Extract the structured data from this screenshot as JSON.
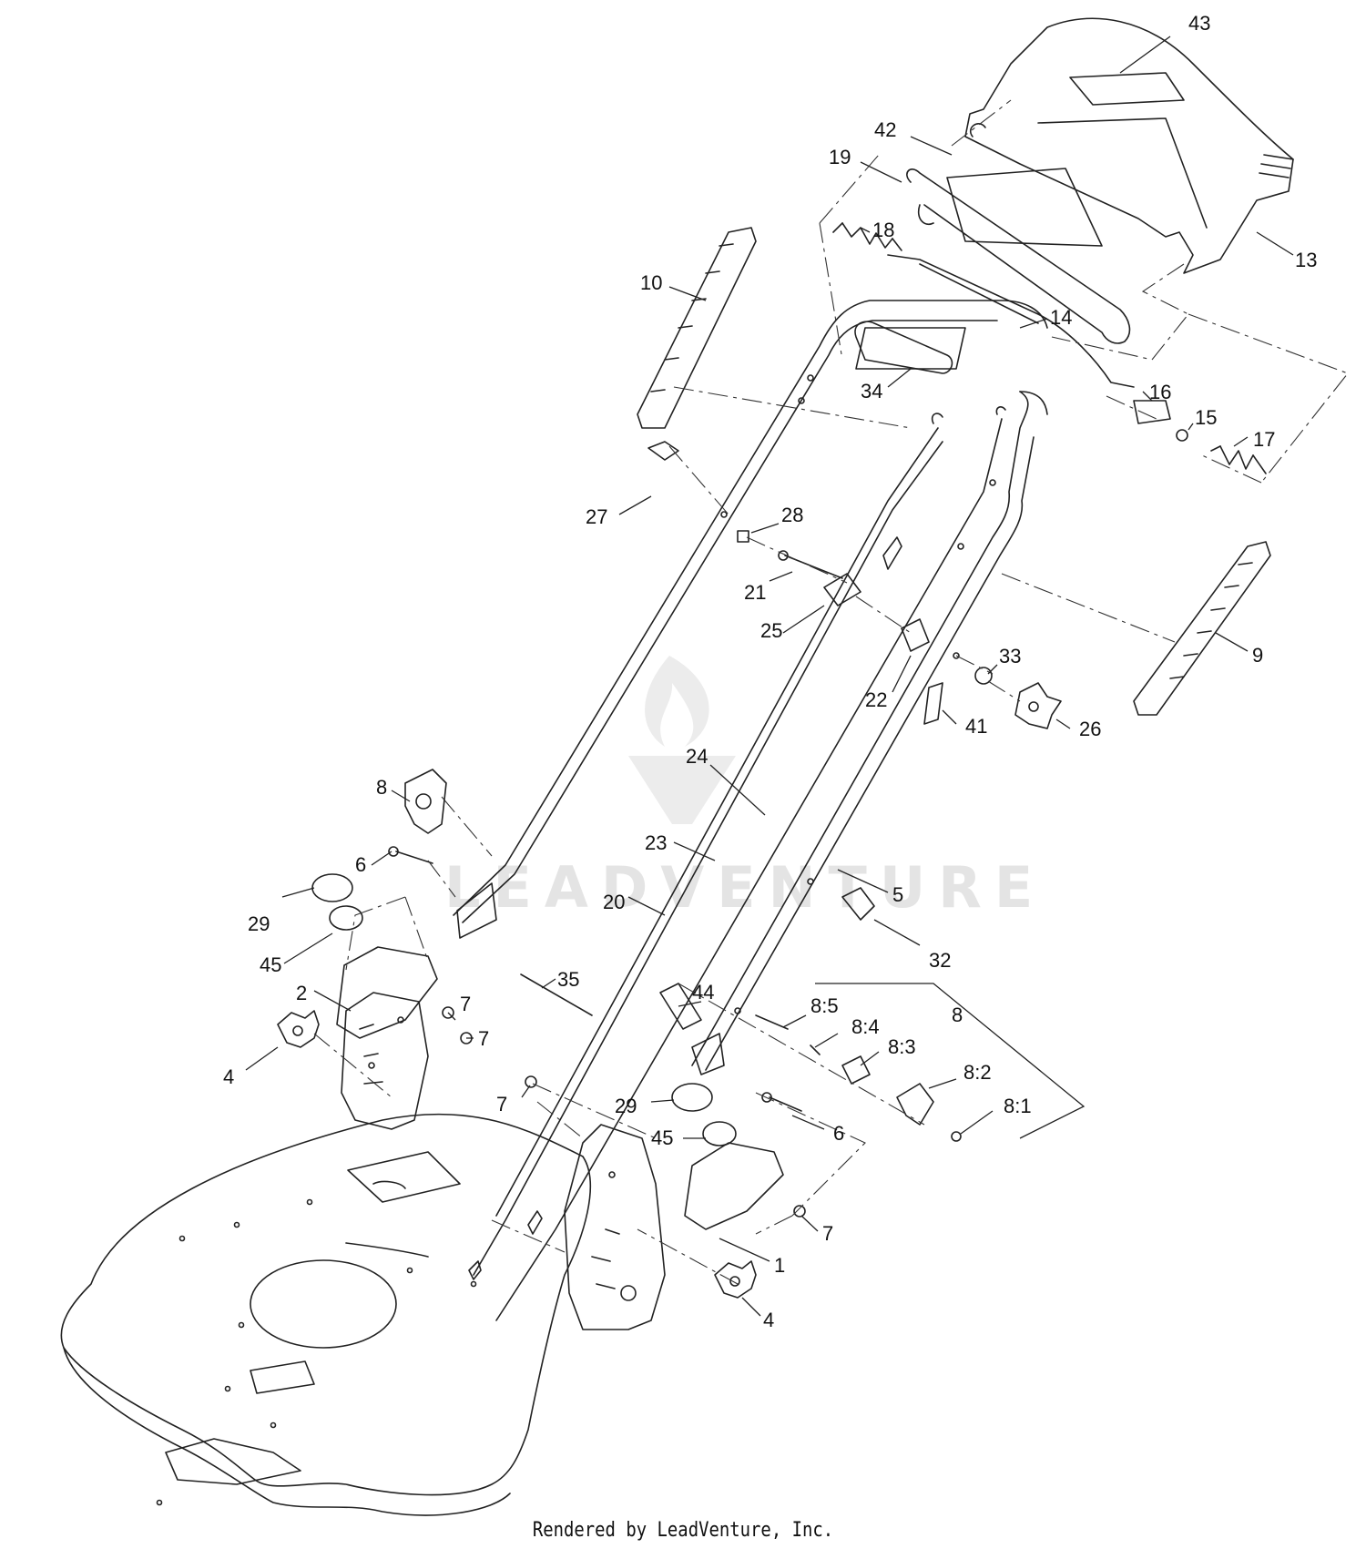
{
  "diagram": {
    "callouts": [
      {
        "id": "c43",
        "text": "43"
      },
      {
        "id": "c42",
        "text": "42"
      },
      {
        "id": "c19",
        "text": "19"
      },
      {
        "id": "c18",
        "text": "18"
      },
      {
        "id": "c13",
        "text": "13"
      },
      {
        "id": "c10",
        "text": "10"
      },
      {
        "id": "c14",
        "text": "14"
      },
      {
        "id": "c34",
        "text": "34"
      },
      {
        "id": "c16",
        "text": "16"
      },
      {
        "id": "c15",
        "text": "15"
      },
      {
        "id": "c17",
        "text": "17"
      },
      {
        "id": "c27",
        "text": "27"
      },
      {
        "id": "c28",
        "text": "28"
      },
      {
        "id": "c21",
        "text": "21"
      },
      {
        "id": "c25",
        "text": "25"
      },
      {
        "id": "c9",
        "text": "9"
      },
      {
        "id": "c33",
        "text": "33"
      },
      {
        "id": "c22",
        "text": "22"
      },
      {
        "id": "c41",
        "text": "41"
      },
      {
        "id": "c26",
        "text": "26"
      },
      {
        "id": "c8a",
        "text": "8"
      },
      {
        "id": "c24",
        "text": "24"
      },
      {
        "id": "c23",
        "text": "23"
      },
      {
        "id": "c6a",
        "text": "6"
      },
      {
        "id": "c5",
        "text": "5"
      },
      {
        "id": "c29a",
        "text": "29"
      },
      {
        "id": "c20",
        "text": "20"
      },
      {
        "id": "c45a",
        "text": "45"
      },
      {
        "id": "c32",
        "text": "32"
      },
      {
        "id": "c35",
        "text": "35"
      },
      {
        "id": "c2",
        "text": "2"
      },
      {
        "id": "c44",
        "text": "44"
      },
      {
        "id": "c8b",
        "text": "8"
      },
      {
        "id": "c85",
        "text": "8:5"
      },
      {
        "id": "c7a",
        "text": "7"
      },
      {
        "id": "c84",
        "text": "8:4"
      },
      {
        "id": "c7b",
        "text": "7"
      },
      {
        "id": "c83",
        "text": "8:3"
      },
      {
        "id": "c4a",
        "text": "4"
      },
      {
        "id": "c82",
        "text": "8:2"
      },
      {
        "id": "c7c",
        "text": "7"
      },
      {
        "id": "c29b",
        "text": "29"
      },
      {
        "id": "c81",
        "text": "8:1"
      },
      {
        "id": "c6b",
        "text": "6"
      },
      {
        "id": "c45b",
        "text": "45"
      },
      {
        "id": "c7d",
        "text": "7"
      },
      {
        "id": "c1",
        "text": "1"
      },
      {
        "id": "c4b",
        "text": "4"
      }
    ],
    "watermark": "LEADVENTURE",
    "footer": "Rendered by LeadVenture, Inc."
  },
  "colors": {
    "line": "#222222",
    "watermark": "#e4e4e4",
    "background": "#ffffff"
  }
}
